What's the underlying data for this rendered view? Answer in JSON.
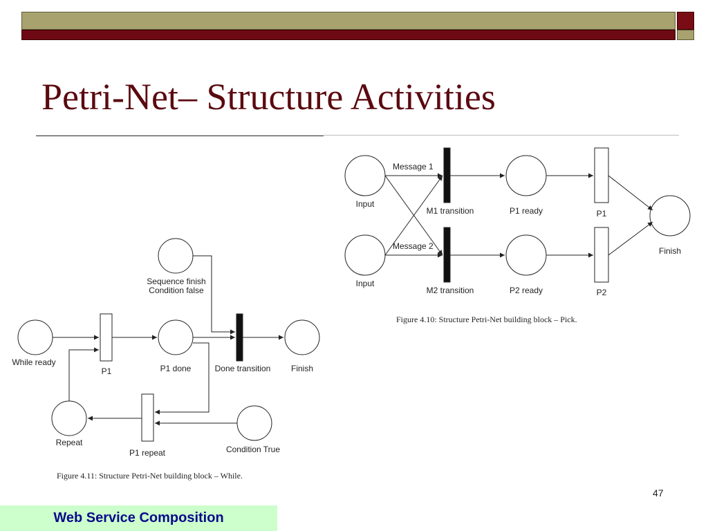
{
  "slide": {
    "title": "Petri-Net– Structure Activities",
    "page_number": "47",
    "footer": "Web Service Composition"
  },
  "pick": {
    "caption": "Figure 4.10: Structure Petri-Net building block – Pick.",
    "input1": "Input",
    "input2": "Input",
    "message1": "Message 1",
    "message2": "Message 2",
    "m1": "M1 transition",
    "m2": "M2 transition",
    "p1ready": "P1 ready",
    "p2ready": "P2 ready",
    "p1": "P1",
    "p2": "P2",
    "finish": "Finish"
  },
  "while": {
    "caption": "Figure 4.11: Structure Petri-Net building block – While.",
    "seq1": "Sequence finish",
    "seq2": "Condition false",
    "while_ready": "While ready",
    "p1": "P1",
    "p1done": "P1 done",
    "done_transition": "Done transition",
    "finish": "Finish",
    "repeat": "Repeat",
    "p1repeat": "P1 repeat",
    "cond_true": "Condition True"
  }
}
